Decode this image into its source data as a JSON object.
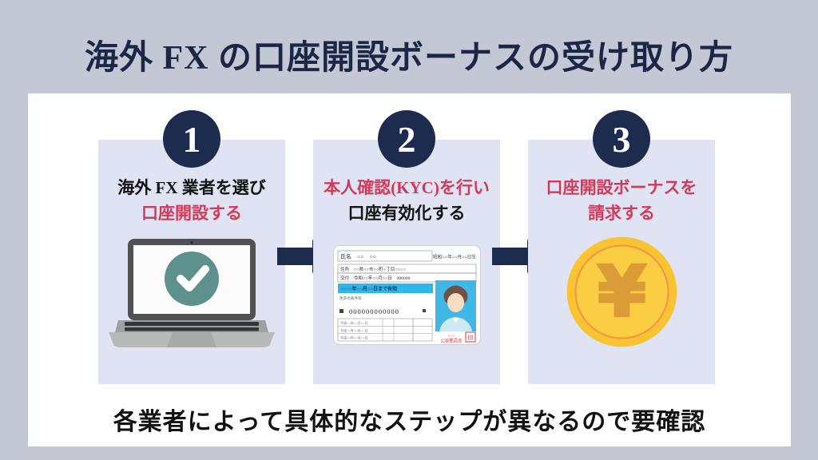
{
  "title": "海外 FX の口座開設ボーナスの受け取り方",
  "footnote": "各業者によって具体的なステップが異なるので要確認",
  "colors": {
    "background": "#c4c8d5",
    "panel": "#ffffff",
    "card": "#dfe3f3",
    "navy": "#1d2b4f",
    "red": "#d23a5b",
    "teal_check": "#5d918e",
    "coin_gold": "#f9c331",
    "coin_symbol": "#db9c38",
    "idcard_blue": "#2eb7ec"
  },
  "steps": [
    {
      "number": "1",
      "line1": "海外 FX 業者を選び",
      "line2": "口座開設する",
      "illustration": "laptop-with-checkmark"
    },
    {
      "number": "2",
      "line1": "本人確認(KYC)を行い",
      "line2": "口座有効化する",
      "illustration": "drivers-license-id-card",
      "id_card": {
        "name_row": "氏名　○○　○○",
        "dob": "昭和○○年○○月○○日生",
        "address_row": "住所　○○県○○市○○町○丁目○○○○",
        "issue_row": "交付　令和○○年○○月○○日　000000",
        "valid_row": "○○○○年○○月○○日まで有効",
        "conditions": "免許の条件等",
        "number_row": "000000000000",
        "table_r1": "平成○○年○○月○○日",
        "table_r2": "平成○○年○○月○○日",
        "table_r3": "平成○○年○○月○○日",
        "stamp_line1": "○○○",
        "stamp_line2": "公安委員会",
        "stamp_seal": "印"
      }
    },
    {
      "number": "3",
      "line1": "口座開設ボーナスを",
      "line2": "請求する",
      "illustration": "yen-coin",
      "yen_symbol": "¥"
    }
  ]
}
